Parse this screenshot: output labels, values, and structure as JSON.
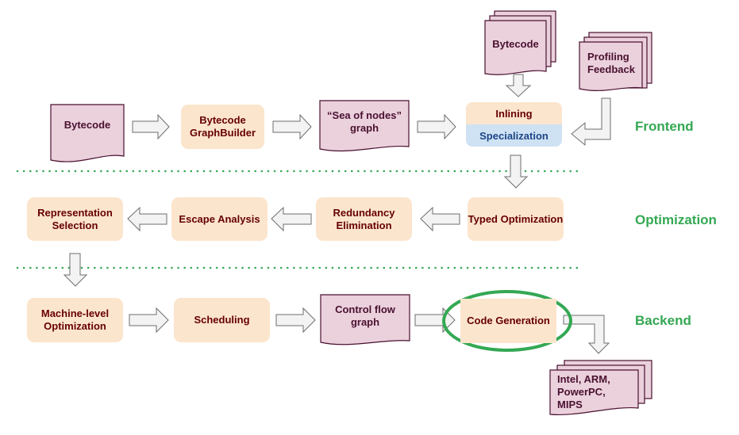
{
  "frontend": {
    "bytecode_input": "Bytecode",
    "graph_builder": "Bytecode GraphBuilder",
    "sea_of_nodes": "“Sea of nodes” graph",
    "bytecode_stack": "Bytecode",
    "profiling_feedback": "Profiling Feedback",
    "inlining": "Inlining",
    "specialization": "Specialization"
  },
  "optimization": {
    "typed_optimization": "Typed Optimization",
    "redundancy_elimination": "Redundancy Elimination",
    "escape_analysis": "Escape Analysis",
    "representation_selection": "Representation Selection"
  },
  "backend": {
    "machine_level_optimization": "Machine-level Optimization",
    "scheduling": "Scheduling",
    "control_flow_graph": "Control flow graph",
    "code_generation": "Code Generation",
    "targets": "Intel, ARM, PowerPC, MIPS"
  },
  "stages": {
    "frontend": "Frontend",
    "optimization": "Optimization",
    "backend": "Backend"
  },
  "colors": {
    "stage_label": "#34a853",
    "process_box": "#fce5cd",
    "document": "#ead1dc",
    "specialization": "#cfe2f3",
    "highlight": "#34a853"
  }
}
